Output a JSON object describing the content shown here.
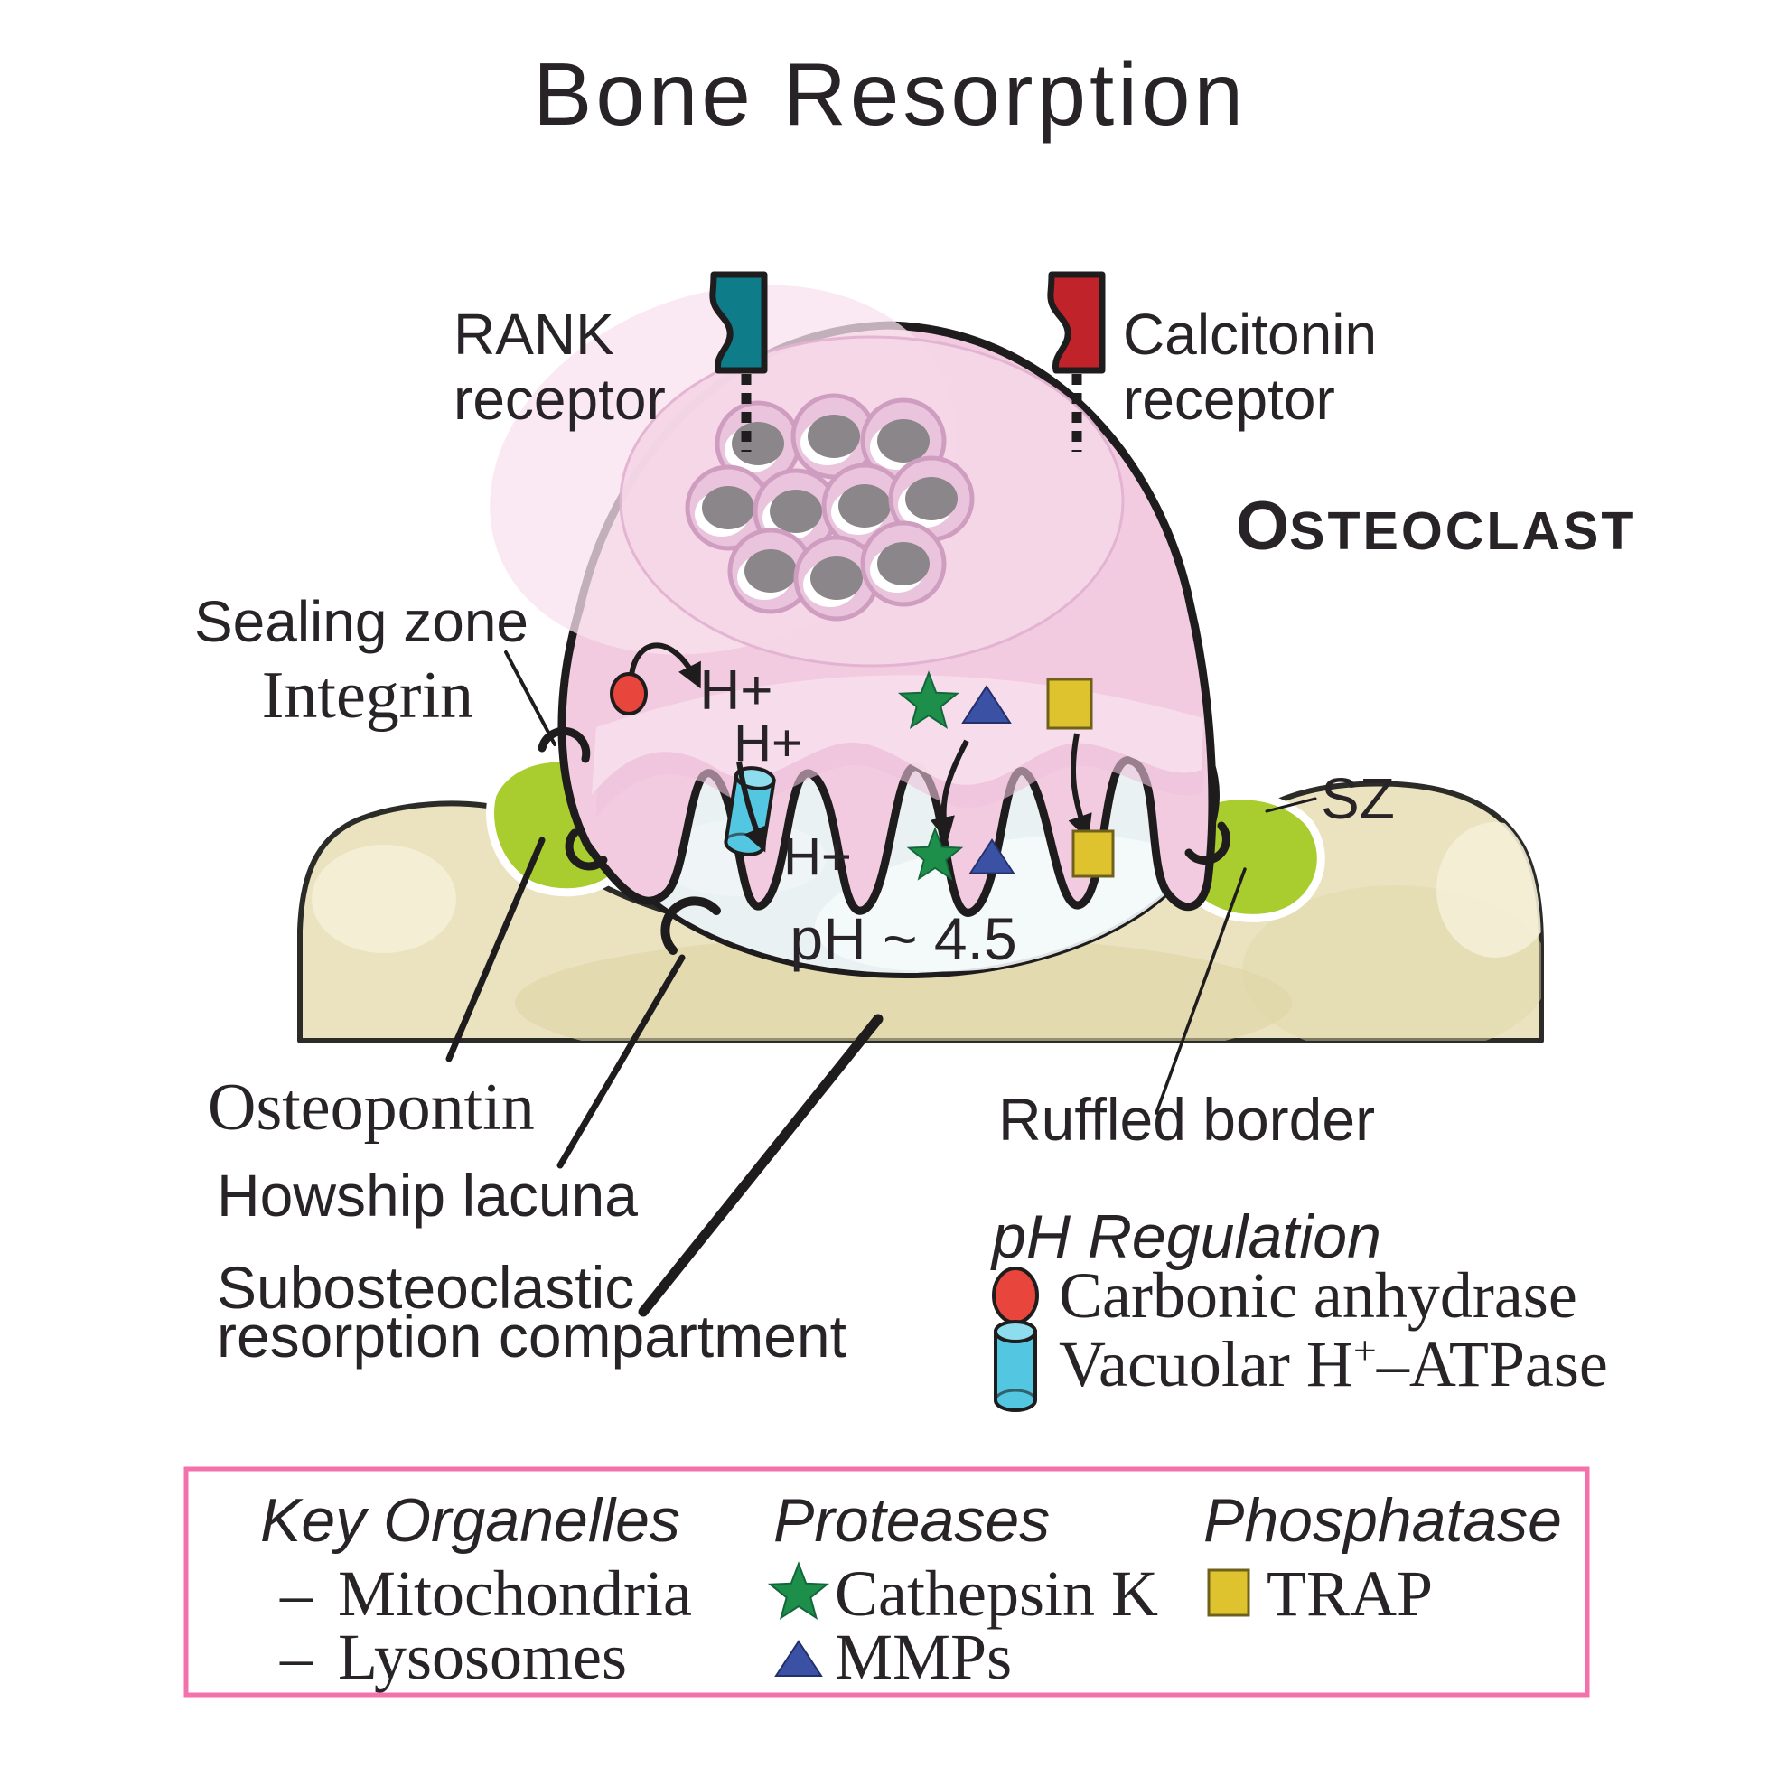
{
  "title": {
    "text": "Bone Resorption"
  },
  "receptors": {
    "rank": {
      "line1": "RANK",
      "line2": "receptor"
    },
    "calcitonin": {
      "line1": "Calcitonin",
      "line2": "receptor"
    }
  },
  "cell": {
    "label_initial": "O",
    "label_rest": "STEOCLAST"
  },
  "annotations": {
    "sealing_zone": "Sealing zone",
    "integrin": "Integrin",
    "sz": "SZ",
    "osteopontin": "Osteopontin",
    "howship_lacuna": "Howship lacuna",
    "subosteoclastic_line1": "Subosteoclastic",
    "subosteoclastic_line2": "resorption compartment",
    "ruffled_border": "Ruffled border",
    "ph_value": "pH ~ 4.5"
  },
  "ions": [
    "H+",
    "H+",
    "H+"
  ],
  "ph_regulation": {
    "heading": "pH Regulation",
    "carbonic_label": "Carbonic anhydrase",
    "vacuolar_pre": "Vacuolar H",
    "vacuolar_sup": "+",
    "vacuolar_post": "–ATPase"
  },
  "legend": {
    "organelles": {
      "heading": "Key Organelles",
      "items": [
        {
          "dash": "–",
          "label": "Mitochondria"
        },
        {
          "dash": "–",
          "label": "Lysosomes"
        }
      ]
    },
    "proteases": {
      "heading": "Proteases",
      "items": [
        {
          "icon": "star",
          "label": "Cathepsin K"
        },
        {
          "icon": "triangle",
          "label": "MMPs"
        }
      ]
    },
    "phosphatase": {
      "heading": "Phosphatase",
      "items": [
        {
          "icon": "square",
          "label": "TRAP"
        }
      ]
    }
  },
  "colors": {
    "title_pink": "#ef5f9f",
    "legend_border_pink": "#f472ac",
    "rank_teal": "#0e7c89",
    "calcitonin_red": "#c1232b",
    "cell_pink": "#f3cbe0",
    "cell_highlight": "#f8e2ee",
    "bone_tan": "#ebe3bf",
    "sealing_green": "#a9cc2f",
    "compartment_blue": "#e9f1f2",
    "cathepsin_green": "#1d8f4a",
    "mmp_blue": "#3b51a3",
    "trap_yellow": "#dfc32e",
    "carbonic_red": "#e8463d",
    "atpase_cyan": "#53c6e2",
    "outline_black": "#1f1c1d"
  }
}
